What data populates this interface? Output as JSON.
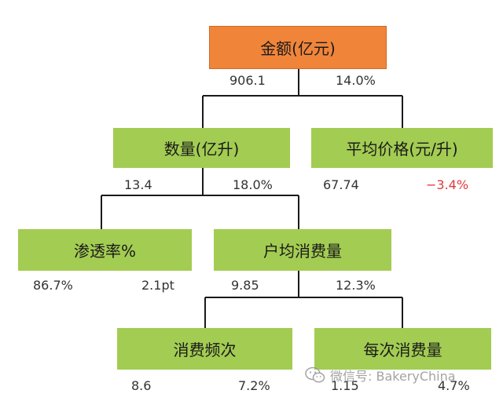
{
  "root": {
    "label": "金额(亿元)",
    "value": "906.1",
    "growth": "14.0%"
  },
  "quantity": {
    "label": "数量(亿升)",
    "value": "13.4",
    "growth": "18.0%"
  },
  "avg_price": {
    "label": "平均价格(元/升)",
    "value": "67.74",
    "growth": "−3.4%"
  },
  "penetration": {
    "label": "渗透率%",
    "value": "86.7%",
    "growth": "2.1pt"
  },
  "per_household": {
    "label": "户均消费量",
    "value": "9.85",
    "growth": "12.3%"
  },
  "frequency": {
    "label": "消费频次",
    "value": "8.6",
    "growth": "7.2%"
  },
  "per_purchase": {
    "label": "每次消费量",
    "value": "1.15",
    "growth": "4.7%"
  },
  "watermark": {
    "text": "微信号: BakeryChina",
    "icon": "wechat-icon"
  },
  "colors": {
    "root": "#f0853a",
    "node": "#a3cc52",
    "line": "#1a1a1a",
    "negative": "#e0383b"
  }
}
